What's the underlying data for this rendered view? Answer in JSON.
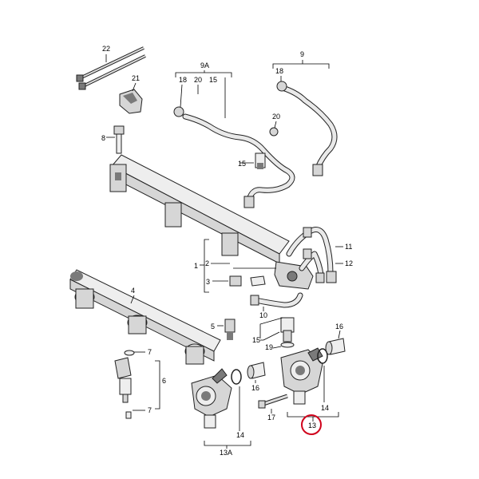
{
  "diagram": {
    "labels": {
      "l22": "22",
      "l21": "21",
      "l9A": "9A",
      "l18a": "18",
      "l20a": "20",
      "l15a": "15",
      "l9": "9",
      "l18b": "18",
      "l20b": "20",
      "l8": "8",
      "l15b": "15",
      "l11": "11",
      "l12": "12",
      "l1": "1",
      "l2": "2",
      "l3": "3",
      "l10": "10",
      "l4": "4",
      "l5": "5",
      "l15c": "15",
      "l19": "19",
      "l16a": "16",
      "l7a": "7",
      "l6": "6",
      "l7b": "7",
      "l16b": "16",
      "l14a": "14",
      "l17": "17",
      "l13": "13",
      "l14b": "14",
      "l13A": "13A"
    },
    "highlight_color": "#d0021b"
  }
}
